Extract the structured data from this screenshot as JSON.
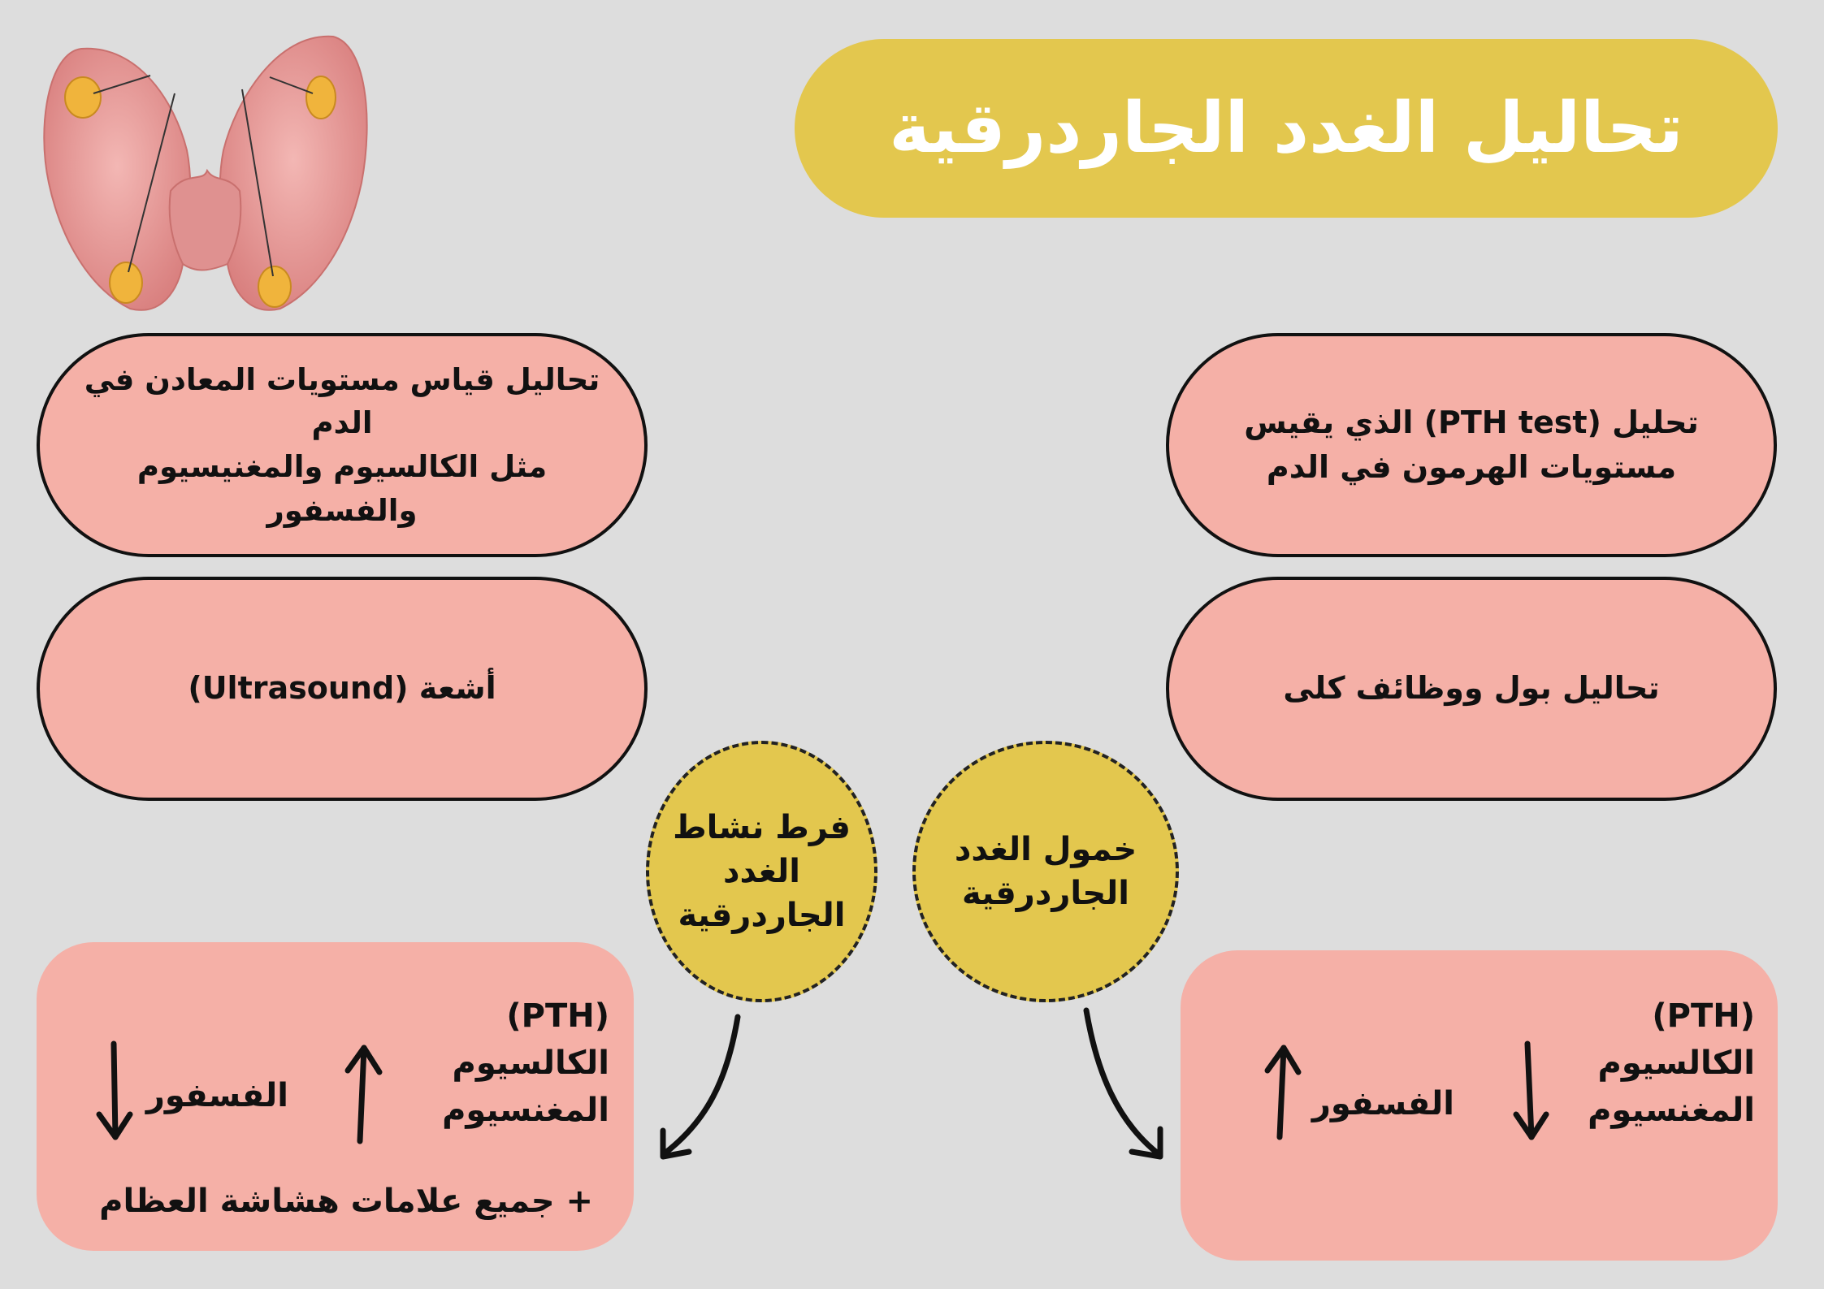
{
  "title": "تحاليل الغدد الجاردرقية",
  "tests": {
    "pth_test": "تحليل (PTH test) الذي يقيس\nمستويات الهرمون في الدم",
    "minerals": "تحاليل قياس مستويات المعادن في الدم\nمثل الكالسيوم والمغنيسيوم والفسفور",
    "urine_kidney": "تحاليل بول ووظائف كلى",
    "ultrasound": "أشعة (Ultrasound)"
  },
  "conditions": {
    "hypo": {
      "label": "خمول الغدد\nالجاردرقية",
      "calcium_text": "(PTH)\nالكالسيوم\nالمغنسيوم",
      "calcium_arrow": "down",
      "phosphorus_label": "الفسفور",
      "phosphorus_arrow": "up"
    },
    "hyper": {
      "label": "فرط نشاط\nالغدد\nالجاردرقية",
      "calcium_text": "(PTH)\nالكالسيوم\nالمغنسيوم",
      "calcium_arrow": "up",
      "phosphorus_label": "الفسفور",
      "phosphorus_arrow": "down",
      "extra_note": "+ جميع علامات هشاشة العظام"
    }
  },
  "colors": {
    "background": "#dddddd",
    "title_pill": "#e3c74e",
    "pill_fill": "#f5b0a7",
    "circle_fill": "#e3c74e",
    "gland_yellow": "#f0b43c",
    "tissue_pink": "#e9a0a0"
  }
}
